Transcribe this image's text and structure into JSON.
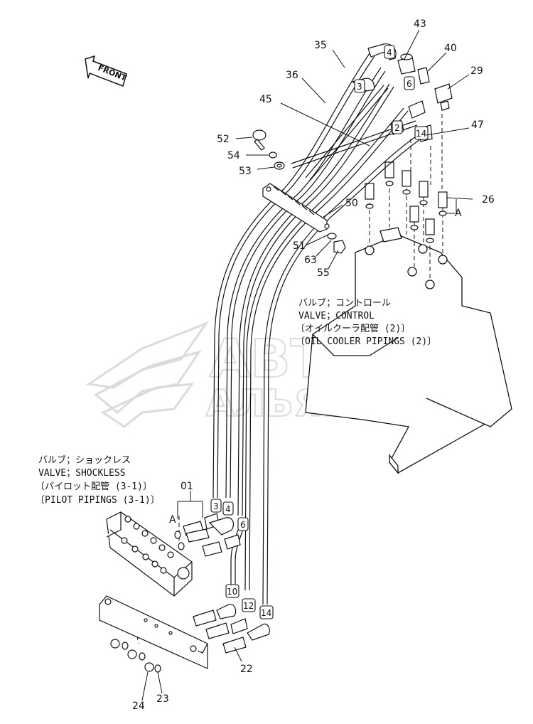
{
  "front_arrow": {
    "label": "FRONT"
  },
  "control_valve": {
    "line1": "バルブ；コントロール",
    "line2": "VALVE；CONTROL",
    "line3": "〔オイルクーラ配管 (2)〕",
    "line4": "〔OIL COOLER PIPINGS (2)〕"
  },
  "shockless_valve": {
    "line1": "バルブ；ショックレス",
    "line2": "VALVE；SHOCKLESS",
    "line3": "〔パイロット配管 (3-1)〕",
    "line4": "〔PILOT PIPINGS (3-1)〕"
  },
  "watermark": {
    "line1": "АВТО",
    "line2": "АЛЬЯНС"
  },
  "part_numbers": {
    "p43": "43",
    "p35": "35",
    "p40": "40",
    "p36": "36",
    "p29": "29",
    "p45": "45",
    "p47": "47",
    "p52": "52",
    "p54": "54",
    "p53": "53",
    "p26": "26",
    "pA1": "A",
    "p50": "50",
    "p51": "51",
    "p63": "63",
    "p55": "55",
    "p01": "01",
    "pA2": "A",
    "p22": "22",
    "p24": "24",
    "p23": "23"
  },
  "hose_tags": {
    "t4a": "4",
    "t3a": "3",
    "t6a": "6",
    "t2a": "2",
    "t14a": "14",
    "t3b": "3",
    "t4b": "4",
    "t6b": "6",
    "t10": "10",
    "t12": "12",
    "t14b": "14"
  }
}
